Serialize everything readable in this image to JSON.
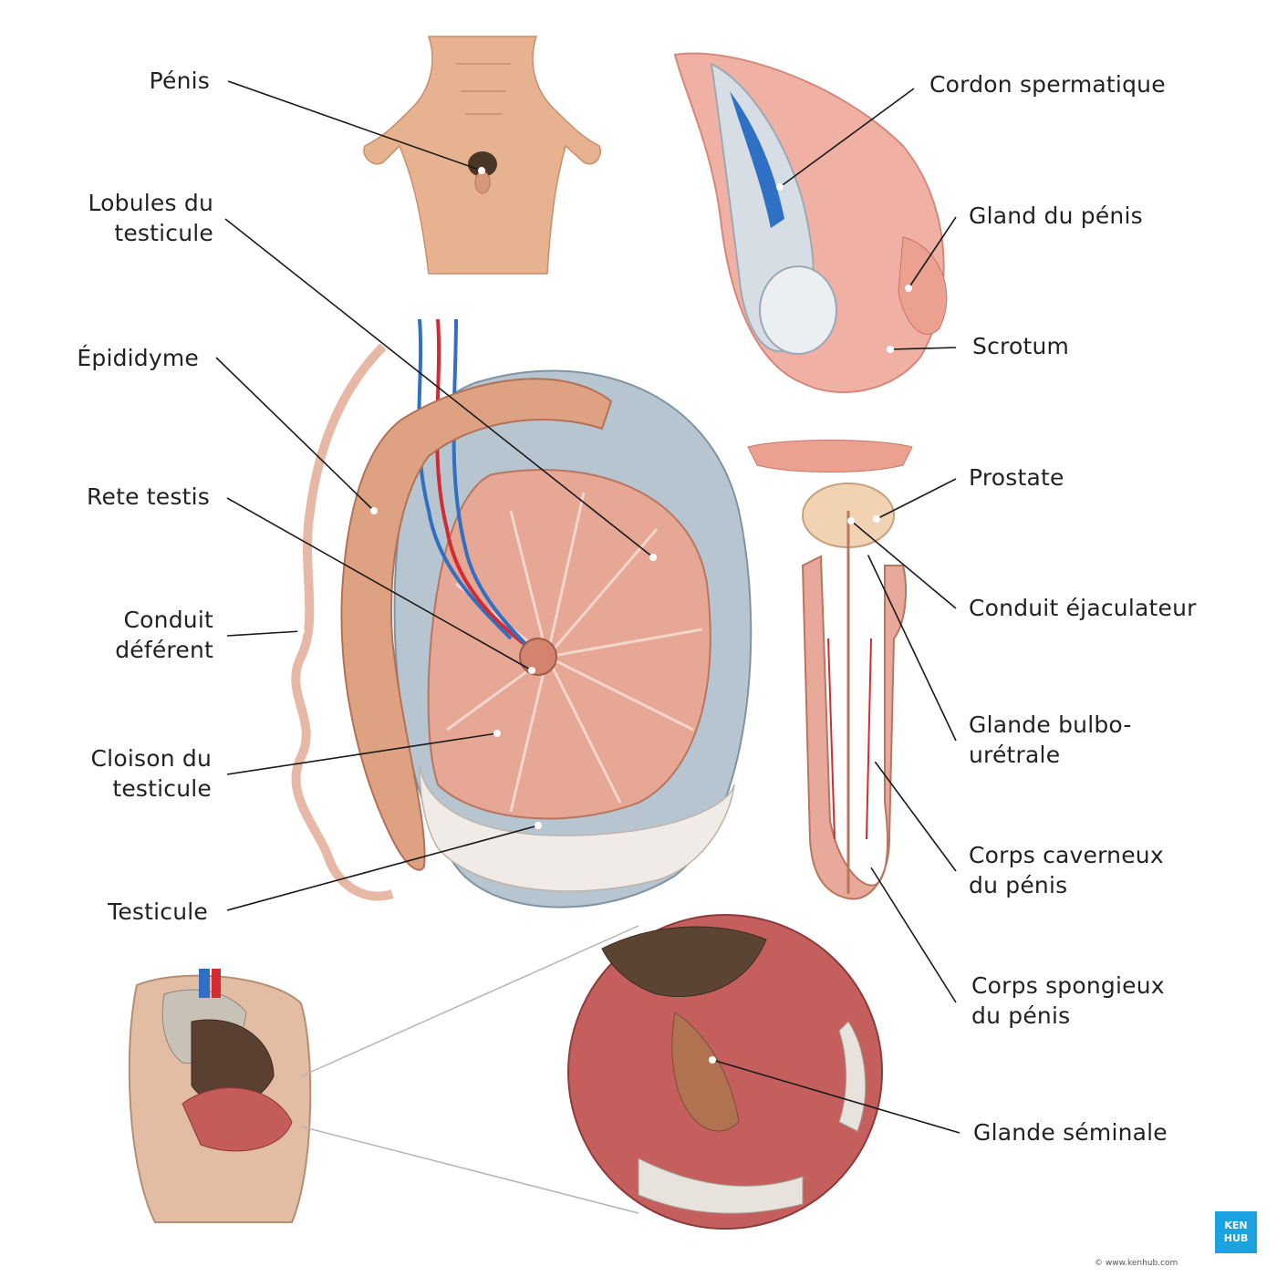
{
  "labels": {
    "penis": "Pénis",
    "lobules": [
      "Lobules du",
      "testicule"
    ],
    "epididyme": "Épididyme",
    "rete": "Rete testis",
    "conduit_deferent": [
      "Conduit",
      "déférent"
    ],
    "cloison": [
      "Cloison du",
      "testicule"
    ],
    "testicule": "Testicule",
    "cordon": "Cordon spermatique",
    "gland": "Gland du pénis",
    "scrotum": "Scrotum",
    "prostate": "Prostate",
    "ejaculateur": "Conduit éjaculateur",
    "bulbo": [
      "Glande bulbo-",
      "urétrale"
    ],
    "caverneux": [
      "Corps caverneux",
      "du pénis"
    ],
    "spongieux": [
      "Corps spongieux",
      "du pénis"
    ],
    "seminale": "Glande séminale"
  },
  "branding": {
    "credit": "© www.kenhub.com",
    "badge_line1": "KEN",
    "badge_line2": "HUB"
  },
  "colors": {
    "skin": "#e9b48f",
    "tissue": "#e7a896",
    "tubule": "#d4836f",
    "vein": "#2f6fc4",
    "artery": "#d42b33",
    "tunica": "#aebdc9",
    "brand": "#1aa3e0",
    "leader": "#1a1a1a"
  }
}
